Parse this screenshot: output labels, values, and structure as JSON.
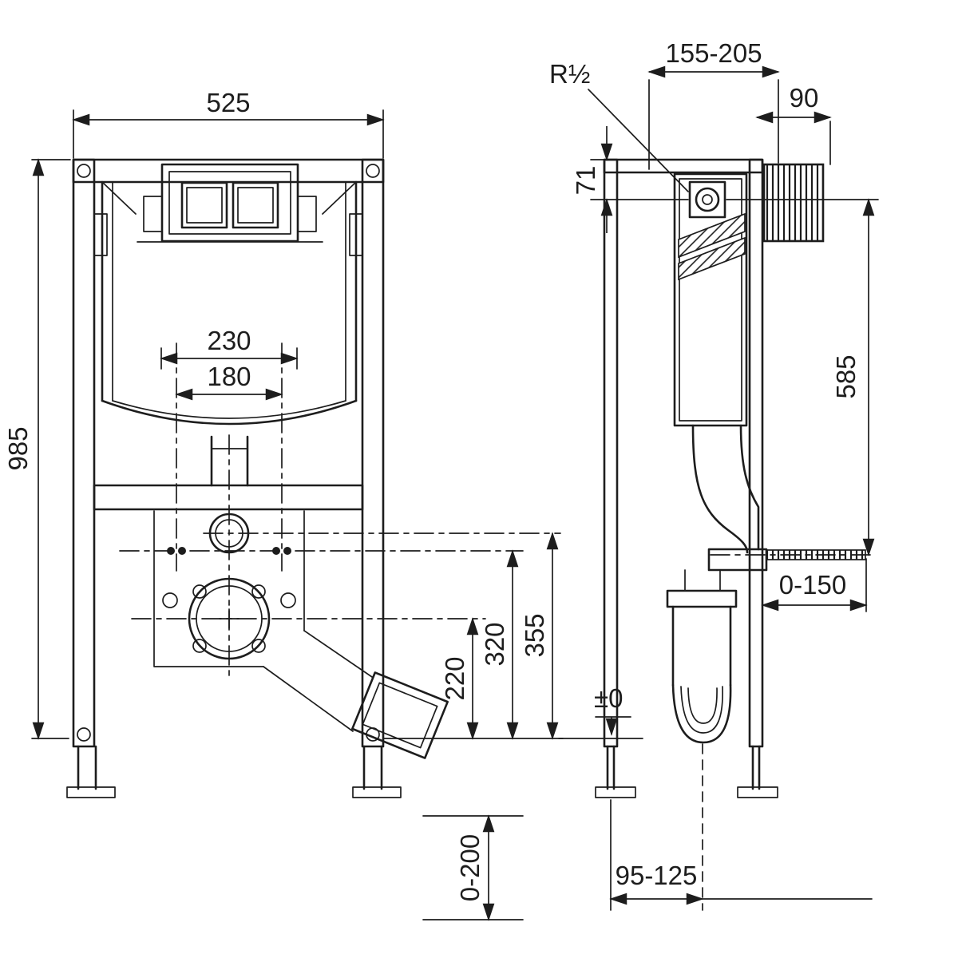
{
  "drawing": {
    "type": "installation-frame-technical-drawing",
    "views": [
      "front",
      "side"
    ],
    "line_color": "#1d1d1d",
    "background": "#ffffff"
  },
  "labels": {
    "front_width": "525",
    "front_height": "985",
    "bolt_outer": "230",
    "bolt_inner": "180",
    "inlet_height": "355",
    "fixing_height": "320",
    "outlet_height": "220",
    "foot_range": "0-200",
    "depth_range": "155-205",
    "bracket_depth": "90",
    "inlet_offset": "71",
    "water_conn": "R½",
    "rod_height": "585",
    "rod_range": "0-150",
    "floor_datum": "±0",
    "outlet_offset": "95-125"
  }
}
